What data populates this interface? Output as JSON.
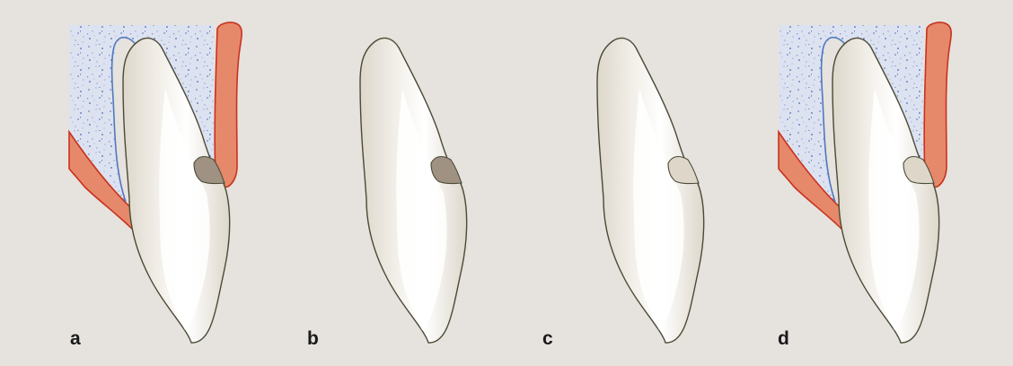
{
  "panels": [
    {
      "label": "a",
      "bone": true,
      "gingiva": true,
      "lesion": "dark"
    },
    {
      "label": "b",
      "bone": false,
      "gingiva": false,
      "lesion": "dark"
    },
    {
      "label": "c",
      "bone": false,
      "gingiva": false,
      "lesion": "light"
    },
    {
      "label": "d",
      "bone": true,
      "gingiva": true,
      "lesion": "light"
    }
  ],
  "colors": {
    "background": "#e6e2dd",
    "tooth_fill": "#ede9e0",
    "tooth_highlight": "#ffffff",
    "tooth_outline": "#4a4a36",
    "bone_fill": "#dde2f0",
    "bone_speckle": "#6a86c8",
    "periodontal_line": "#4f78c0",
    "gingiva_fill": "#e6896a",
    "gingiva_outline": "#c8321e",
    "lesion_dark": "#9f9282",
    "lesion_light": "#ddd6c9"
  }
}
